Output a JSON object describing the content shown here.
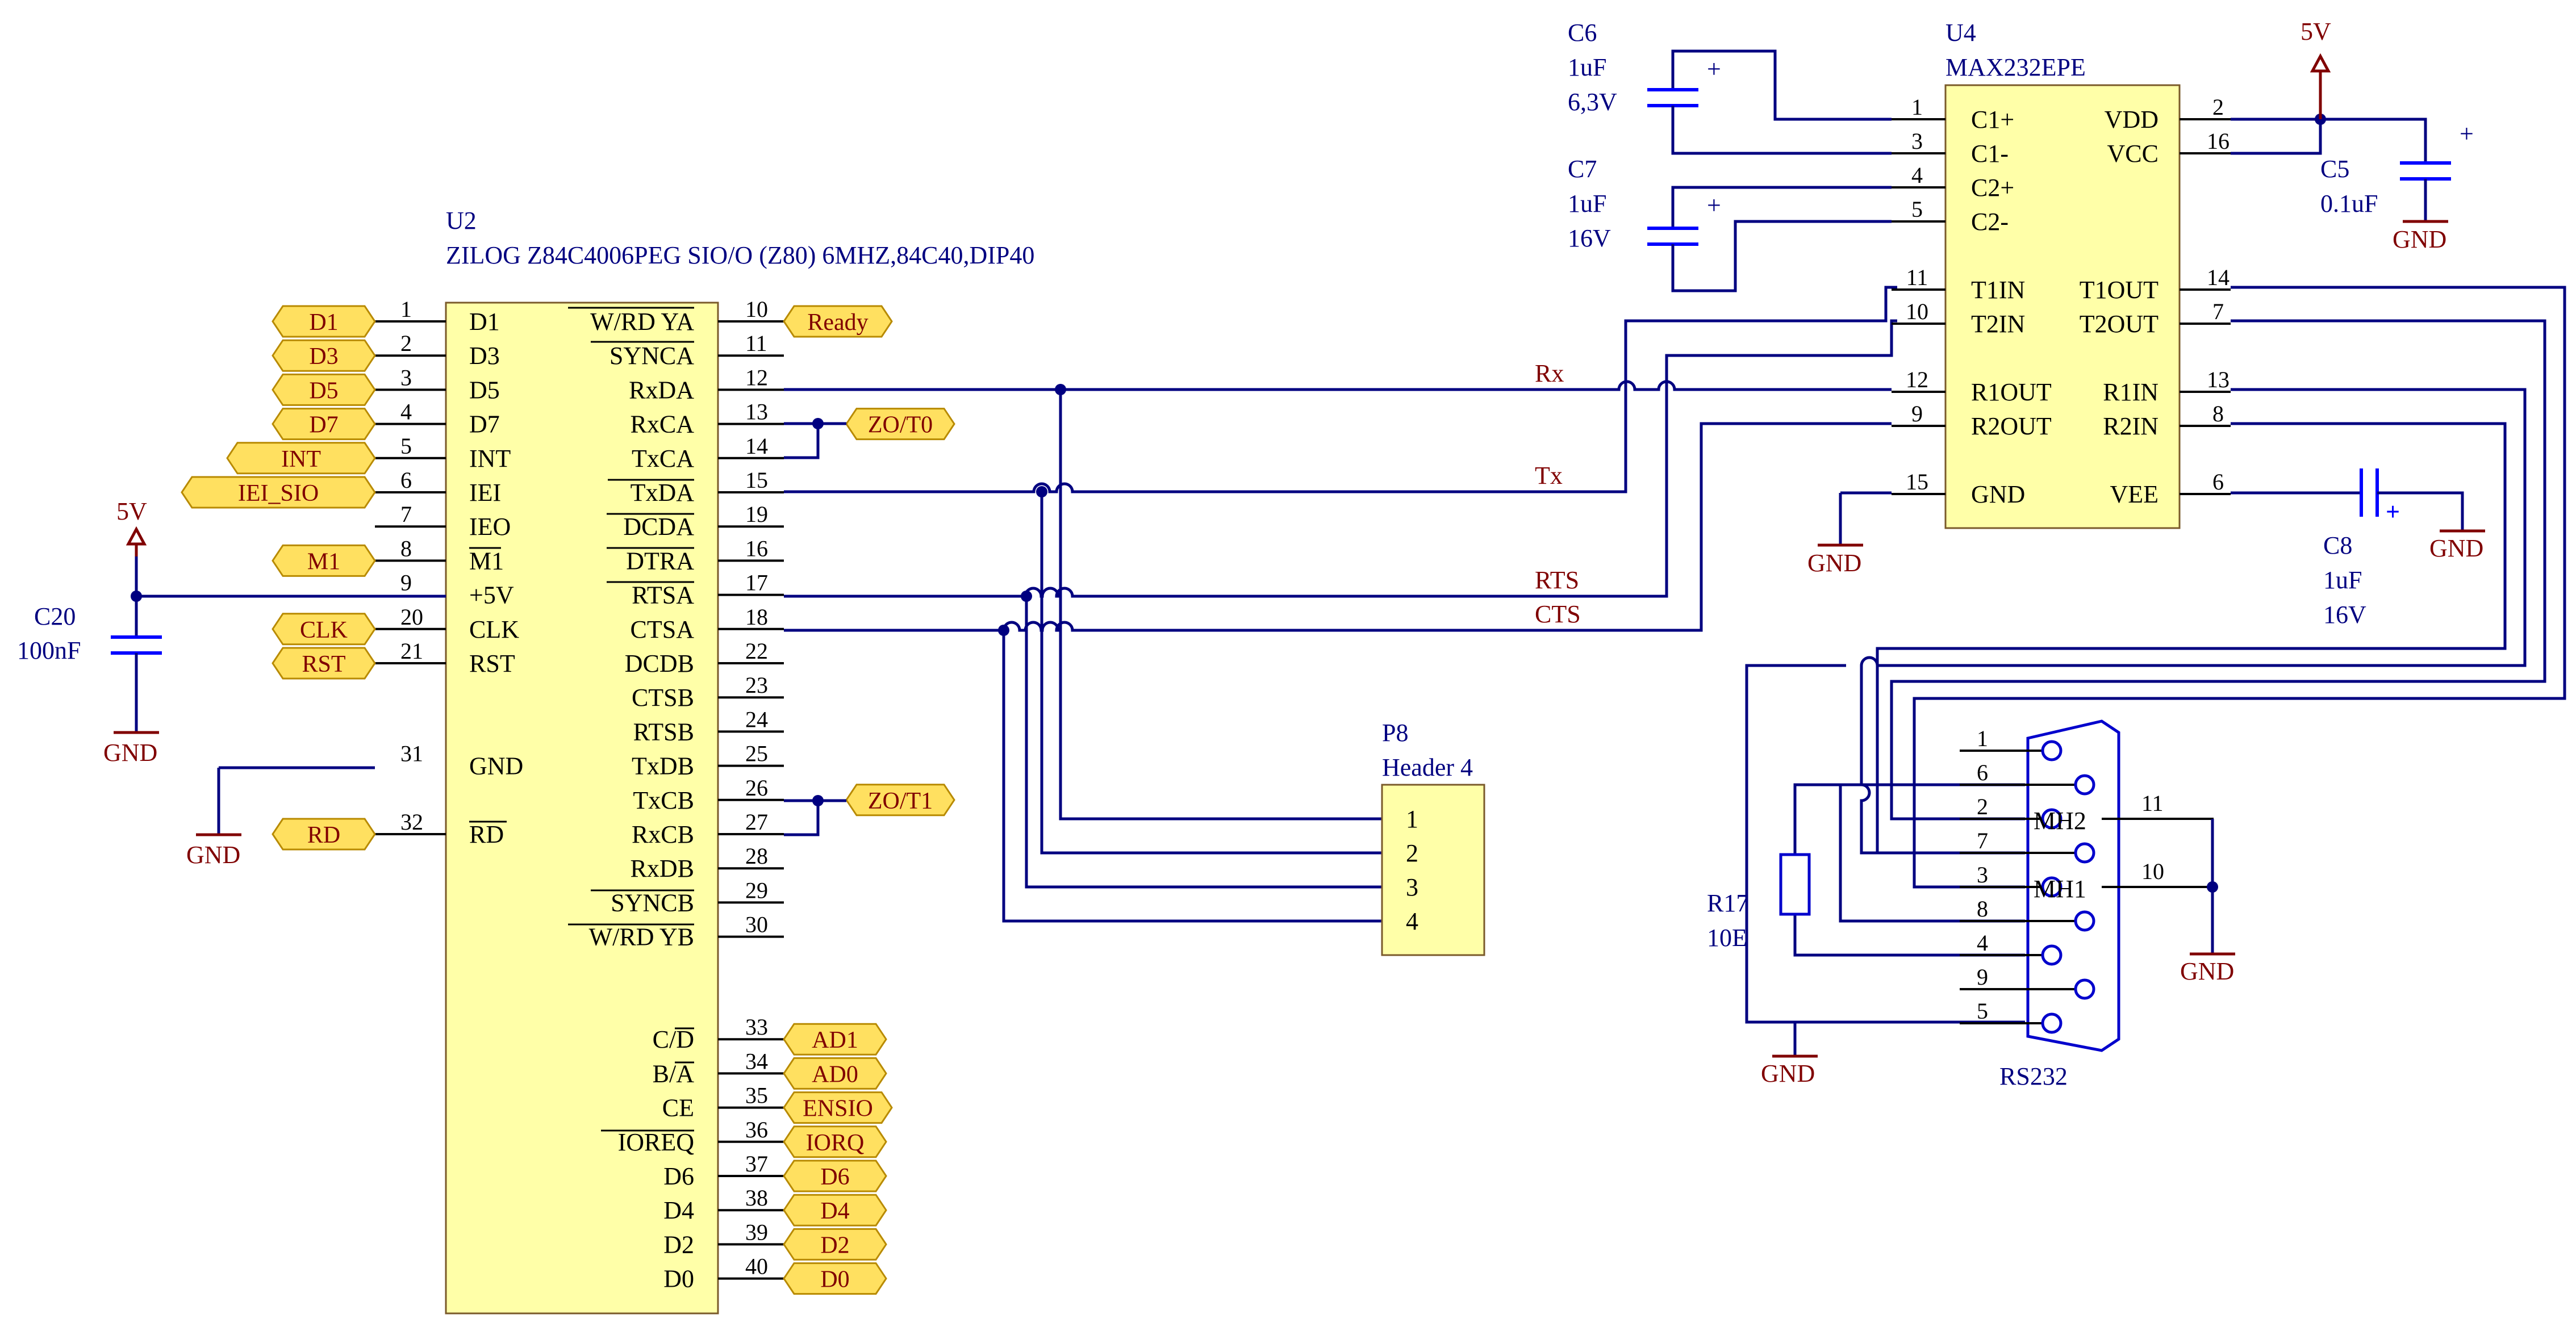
{
  "u2": {
    "ref": "U2",
    "desc": "ZILOG  Z84C4006PEG  SIO/O (Z80) 6MHZ,84C40,DIP40",
    "left": [
      {
        "num": "1",
        "name": "D1"
      },
      {
        "num": "2",
        "name": "D3"
      },
      {
        "num": "3",
        "name": "D5"
      },
      {
        "num": "4",
        "name": "D7"
      },
      {
        "num": "5",
        "name": "INT"
      },
      {
        "num": "6",
        "name": "IEI"
      },
      {
        "num": "7",
        "name": "IEO"
      },
      {
        "num": "8",
        "name": "M1"
      },
      {
        "num": "9",
        "name": "+5V"
      },
      {
        "num": "20",
        "name": "CLK"
      },
      {
        "num": "21",
        "name": "RST"
      },
      {
        "num": "31",
        "name": "GND"
      },
      {
        "num": "32",
        "name": "RD"
      }
    ],
    "right": [
      {
        "num": "10",
        "name": "W/RD YA"
      },
      {
        "num": "11",
        "name": "SYNCA"
      },
      {
        "num": "12",
        "name": "RxDA"
      },
      {
        "num": "13",
        "name": "RxCA"
      },
      {
        "num": "14",
        "name": "TxCA"
      },
      {
        "num": "15",
        "name": "TxDA"
      },
      {
        "num": "19",
        "name": "DCDA"
      },
      {
        "num": "16",
        "name": "DTRA"
      },
      {
        "num": "17",
        "name": "RTSA"
      },
      {
        "num": "18",
        "name": "CTSA"
      },
      {
        "num": "22",
        "name": "DCDB"
      },
      {
        "num": "23",
        "name": "CTSB"
      },
      {
        "num": "24",
        "name": "RTSB"
      },
      {
        "num": "25",
        "name": "TxDB"
      },
      {
        "num": "26",
        "name": "TxCB"
      },
      {
        "num": "27",
        "name": "RxCB"
      },
      {
        "num": "28",
        "name": "RxDB"
      },
      {
        "num": "29",
        "name": "SYNCB"
      },
      {
        "num": "30",
        "name": "W/RD YB"
      },
      {
        "num": "33",
        "name": "C/D"
      },
      {
        "num": "34",
        "name": "B/A"
      },
      {
        "num": "35",
        "name": "CE"
      },
      {
        "num": "36",
        "name": "IOREQ"
      },
      {
        "num": "37",
        "name": "D6"
      },
      {
        "num": "38",
        "name": "D4"
      },
      {
        "num": "39",
        "name": "D2"
      },
      {
        "num": "40",
        "name": "D0"
      }
    ]
  },
  "u4": {
    "ref": "U4",
    "desc": "MAX232EPE",
    "left": [
      {
        "num": "1",
        "name": "C1+"
      },
      {
        "num": "3",
        "name": "C1-"
      },
      {
        "num": "4",
        "name": "C2+"
      },
      {
        "num": "5",
        "name": "C2-"
      },
      {
        "num": "11",
        "name": "T1IN"
      },
      {
        "num": "10",
        "name": "T2IN"
      },
      {
        "num": "12",
        "name": "R1OUT"
      },
      {
        "num": "9",
        "name": "R2OUT"
      },
      {
        "num": "15",
        "name": "GND"
      }
    ],
    "right": [
      {
        "num": "2",
        "name": "VDD"
      },
      {
        "num": "16",
        "name": "VCC"
      },
      {
        "num": "14",
        "name": "T1OUT"
      },
      {
        "num": "7",
        "name": "T2OUT"
      },
      {
        "num": "13",
        "name": "R1IN"
      },
      {
        "num": "8",
        "name": "R2IN"
      },
      {
        "num": "6",
        "name": "VEE"
      }
    ]
  },
  "ports": {
    "left": [
      "D1",
      "D3",
      "D5",
      "D7",
      "INT",
      "IEI_SIO",
      "M1",
      "CLK",
      "RST",
      "RD"
    ],
    "right": [
      "Ready",
      "ZO/T0",
      "ZO/T1",
      "AD1",
      "AD0",
      "ENSIO",
      "IORQ",
      "D6",
      "D4",
      "D2",
      "D0"
    ]
  },
  "nets": {
    "rx": "Rx",
    "tx": "Tx",
    "rts": "RTS",
    "cts": "CTS"
  },
  "caps": {
    "c6": {
      "ref": "C6",
      "value": "1uF",
      "rating": "6,3V"
    },
    "c7": {
      "ref": "C7",
      "value": "1uF",
      "rating": "16V"
    },
    "c5": {
      "ref": "C5",
      "value": "0.1uF"
    },
    "c8": {
      "ref": "C8",
      "value": "1uF",
      "rating": "16V"
    },
    "c20": {
      "ref": "C20",
      "value": "100nF"
    }
  },
  "r17": {
    "ref": "R17",
    "value": "10E"
  },
  "p8": {
    "ref": "P8",
    "desc": "Header 4",
    "pins": [
      "1",
      "2",
      "3",
      "4"
    ]
  },
  "rs232": {
    "label": "RS232",
    "left_pins": [
      "1",
      "6",
      "2",
      "7",
      "3",
      "8",
      "4",
      "9",
      "5"
    ],
    "mh2": "MH2",
    "mh1": "MH1",
    "mh2_num": "11",
    "mh1_num": "10"
  },
  "power": {
    "vcc": "5V",
    "gnd": "GND"
  }
}
